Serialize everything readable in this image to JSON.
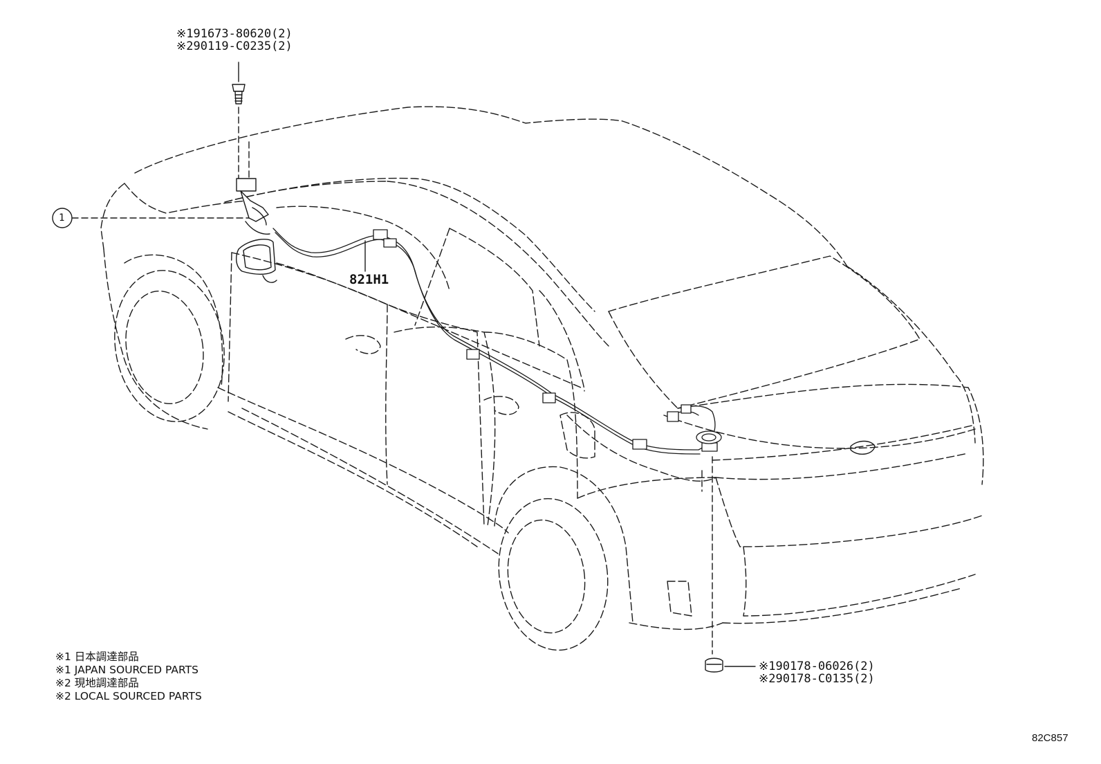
{
  "top_fastener": {
    "line1": "※191673-80620(2)",
    "line2": "※290119-C0235(2)"
  },
  "bottom_fastener": {
    "line1": "※190178-06026(2)",
    "line2": "※290178-C0135(2)"
  },
  "callout_number": "1",
  "harness_label": "821H1",
  "legend": [
    "※1 日本調達部品",
    "※1 JAPAN SOURCED PARTS",
    "※2 現地調達部品",
    "※2 LOCAL SOURCED PARTS"
  ],
  "diagram_code": "82C857"
}
